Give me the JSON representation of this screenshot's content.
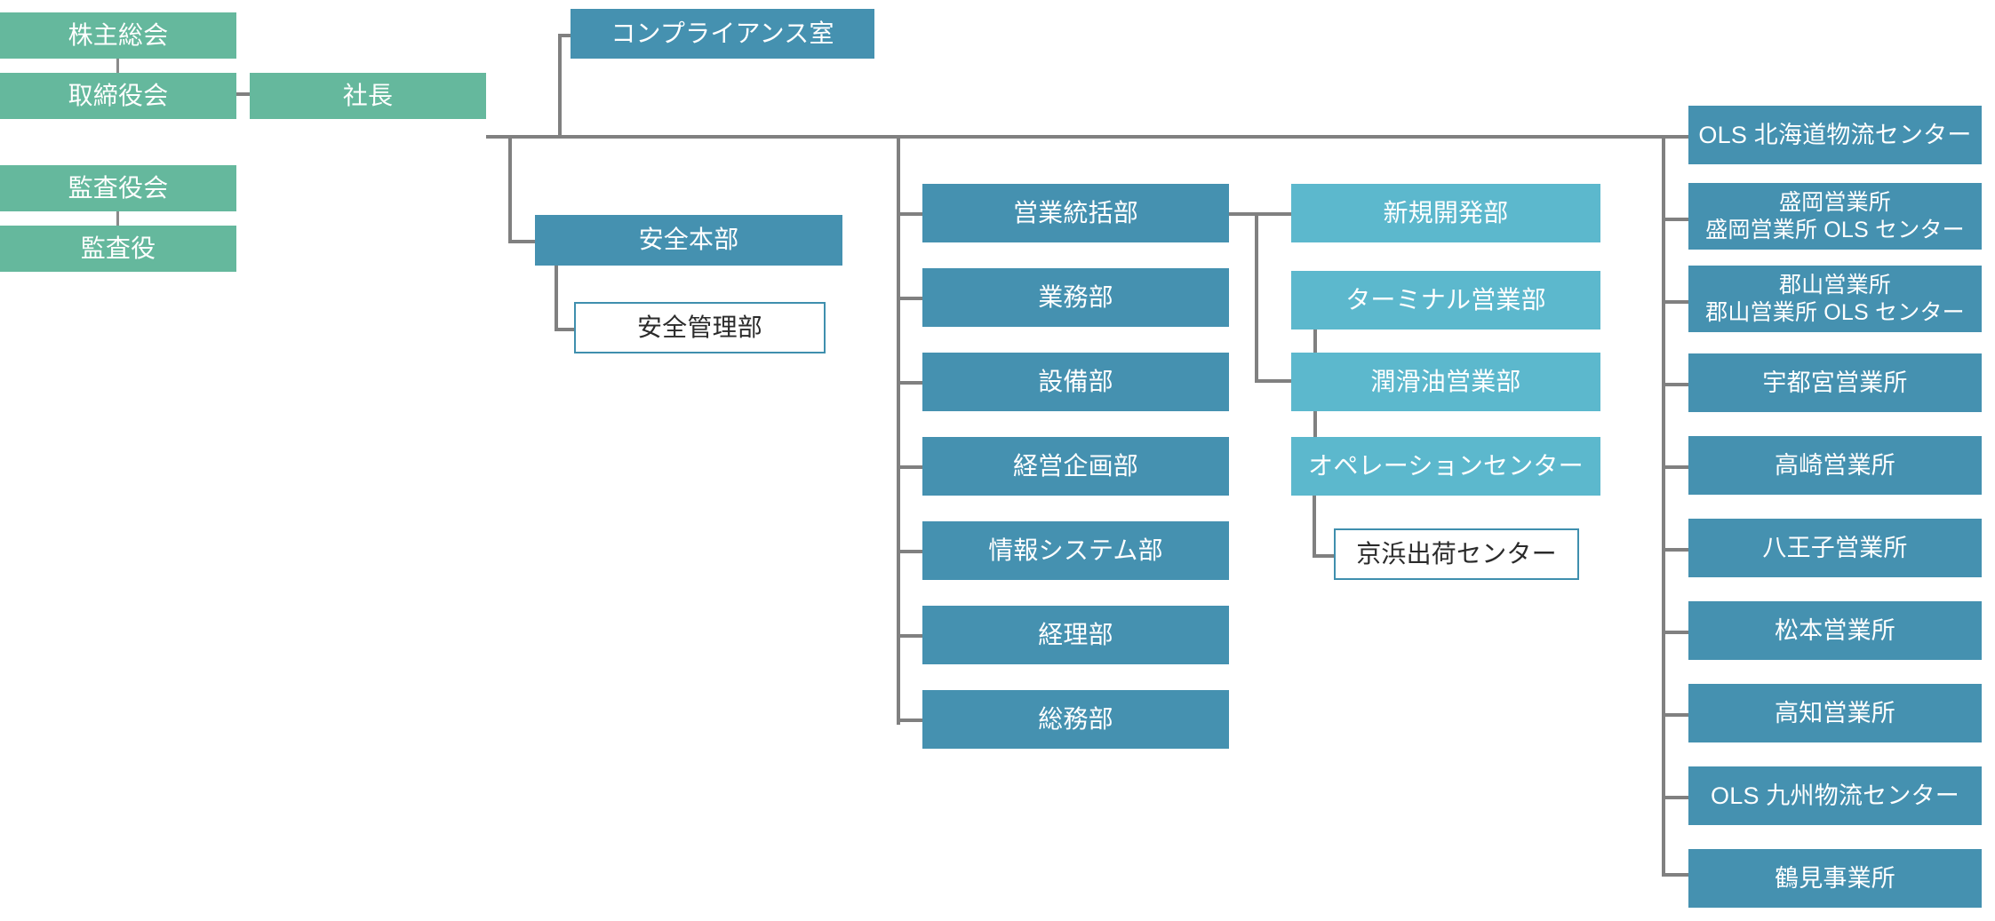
{
  "chart_data": {
    "type": "diagram",
    "title": "",
    "legend": [],
    "colors": {
      "governance": "#65b89d",
      "division": "#4591b0",
      "sales_subunit": "#5cb8cd",
      "outline_box_border": "#3f8fae",
      "outline_box_fill": "#ffffff",
      "connector": "#808080",
      "background": "#ffffff",
      "label_on_fill": "#ffffff",
      "label_on_outline": "#2b2b2b"
    }
  },
  "governance": {
    "shareholders_meeting": "株主総会",
    "board_of_directors": "取締役会",
    "president": "社長",
    "auditors_board": "監査役会",
    "auditor": "監査役"
  },
  "president_direct": {
    "compliance_office": "コンプライアンス室",
    "safety_headquarters": "安全本部",
    "safety_management_dept": "安全管理部"
  },
  "divisions": [
    {
      "label": "営業統括部"
    },
    {
      "label": "業務部"
    },
    {
      "label": "設備部"
    },
    {
      "label": "経営企画部"
    },
    {
      "label": "情報システム部"
    },
    {
      "label": "経理部"
    },
    {
      "label": "総務部"
    }
  ],
  "sales_subunits": [
    {
      "label": "新規開発部"
    },
    {
      "label": "ターミナル営業部"
    },
    {
      "label": "潤滑油営業部"
    },
    {
      "label": "オペレーションセンター"
    }
  ],
  "operation_center_child": {
    "label": "京浜出荷センター"
  },
  "branches": [
    {
      "label": "OLS 北海道物流センター",
      "lines": 1
    },
    {
      "label": "盛岡営業所\n盛岡営業所 OLS センター",
      "lines": 2
    },
    {
      "label": "郡山営業所\n郡山営業所 OLS センター",
      "lines": 2
    },
    {
      "label": "宇都宮営業所",
      "lines": 1
    },
    {
      "label": "高崎営業所",
      "lines": 1
    },
    {
      "label": "八王子営業所",
      "lines": 1
    },
    {
      "label": "松本営業所",
      "lines": 1
    },
    {
      "label": "高知営業所",
      "lines": 1
    },
    {
      "label": "OLS 九州物流センター",
      "lines": 1
    },
    {
      "label": "鶴見事業所",
      "lines": 1
    }
  ]
}
